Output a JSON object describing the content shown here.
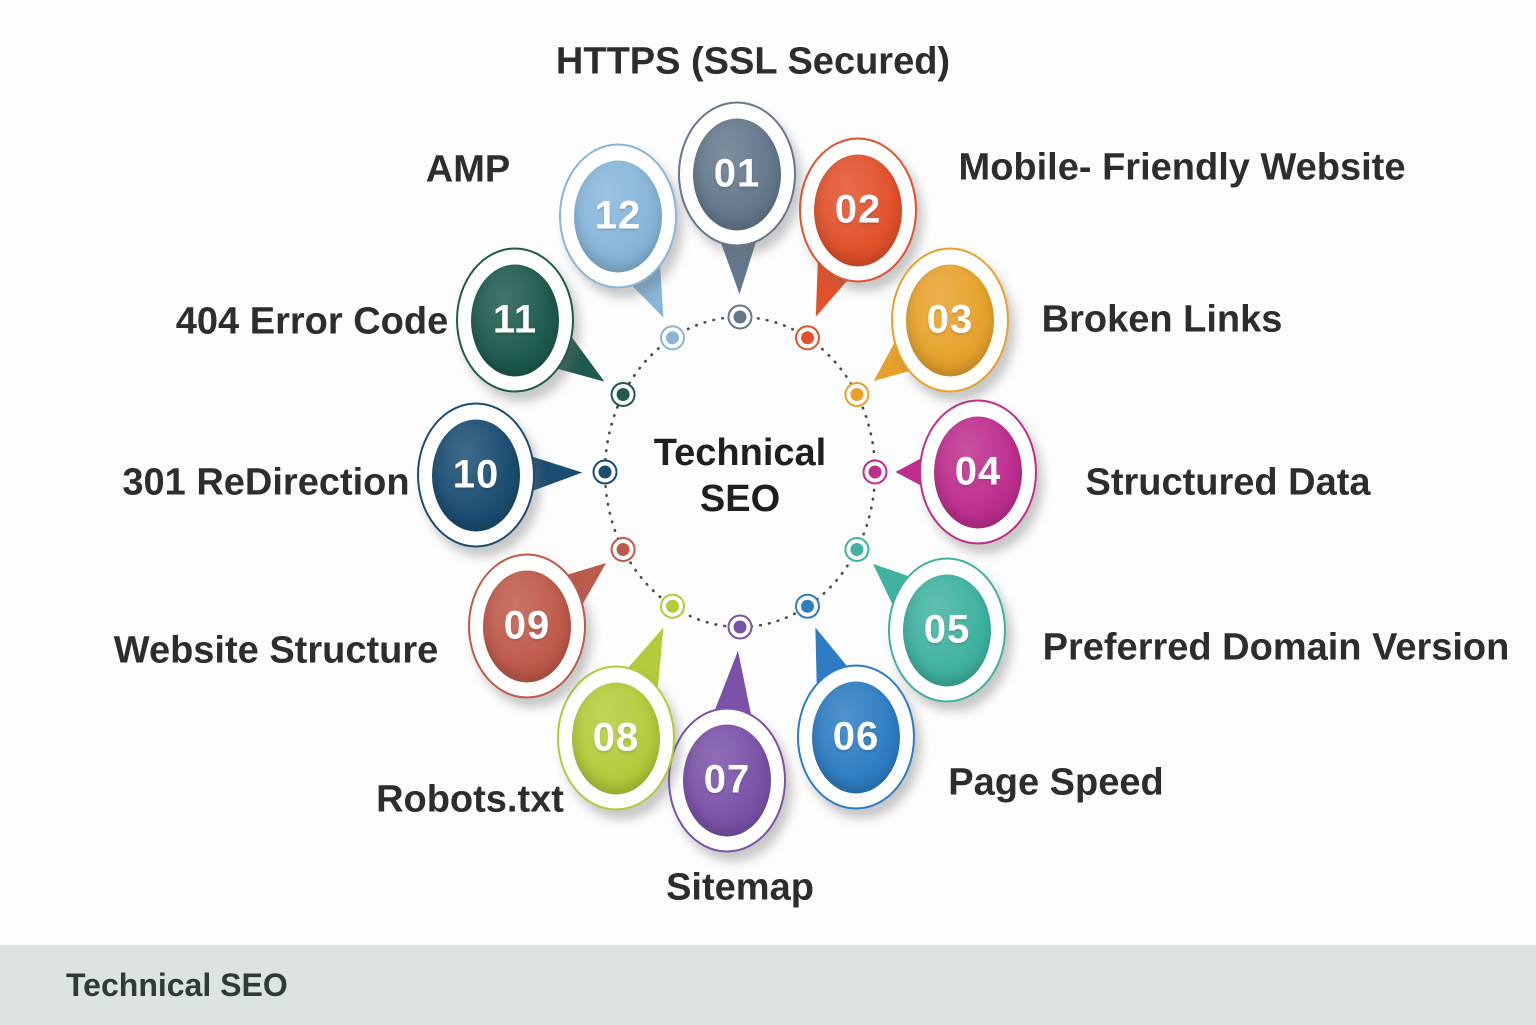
{
  "center_title": {
    "line1": "Technical",
    "line2": "SEO"
  },
  "footer": {
    "label": "Technical SEO",
    "background": "#dde4de",
    "text_color": "#2e3a34"
  },
  "ring": {
    "dotted_line_color": "#4a4a4a"
  },
  "items": [
    {
      "number": "01",
      "label": "HTTPS (SSL Secured)",
      "color": "#64788c"
    },
    {
      "number": "02",
      "label": "Mobile- Friendly Website",
      "color": "#e2512b"
    },
    {
      "number": "03",
      "label": "Broken Links",
      "color": "#e7a22c"
    },
    {
      "number": "04",
      "label": "Structured Data",
      "color": "#be2e8e"
    },
    {
      "number": "05",
      "label": "Preferred Domain Version",
      "color": "#3fb2a0"
    },
    {
      "number": "06",
      "label": "Page Speed",
      "color": "#2e7dc3"
    },
    {
      "number": "07",
      "label": "Sitemap",
      "color": "#7a52a8"
    },
    {
      "number": "08",
      "label": "Robots.txt",
      "color": "#b5ca3b"
    },
    {
      "number": "09",
      "label": "Website Structure",
      "color": "#be5a4a"
    },
    {
      "number": "10",
      "label": "301 ReDirection",
      "color": "#1b4d72"
    },
    {
      "number": "11",
      "label": "404 Error Code",
      "color": "#1e5a4e"
    },
    {
      "number": "12",
      "label": "AMP",
      "color": "#87b6da"
    }
  ]
}
